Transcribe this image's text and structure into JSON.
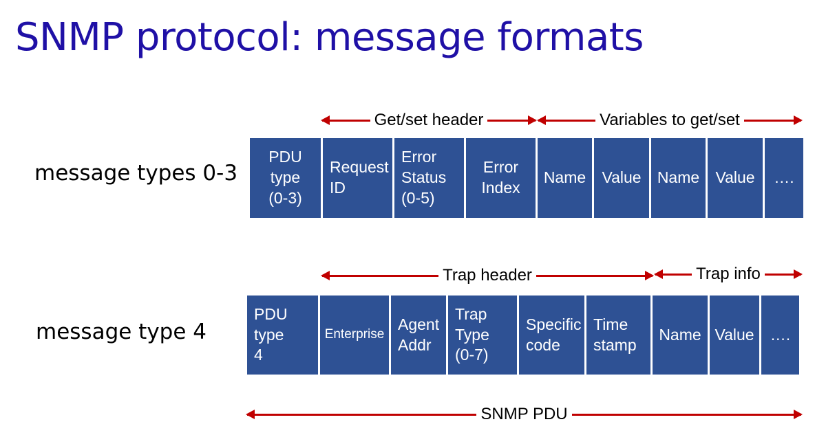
{
  "title": "SNMP protocol: message formats",
  "row1": {
    "label": "message types 0-3",
    "spans": [
      "Get/set header",
      "Variables to get/set"
    ],
    "cells": [
      "PDU\ntype\n(0-3)",
      "Request\nID",
      "Error\nStatus\n(0-5)",
      "Error\nIndex",
      "Name",
      "Value",
      "Name",
      "Value",
      "…."
    ]
  },
  "row2": {
    "label": "message type 4",
    "spans": [
      "Trap header",
      "Trap info"
    ],
    "cells": [
      "PDU\ntype\n4",
      "Enterprise",
      "Agent\nAddr",
      "Trap\nType\n(0-7)",
      "Specific\ncode",
      "Time\nstamp",
      "Name",
      "Value",
      "…."
    ]
  },
  "pdu_span": "SNMP PDU",
  "colors": {
    "title": "#1f10a6",
    "cell": "#2e5194",
    "arrow": "#c00000"
  }
}
